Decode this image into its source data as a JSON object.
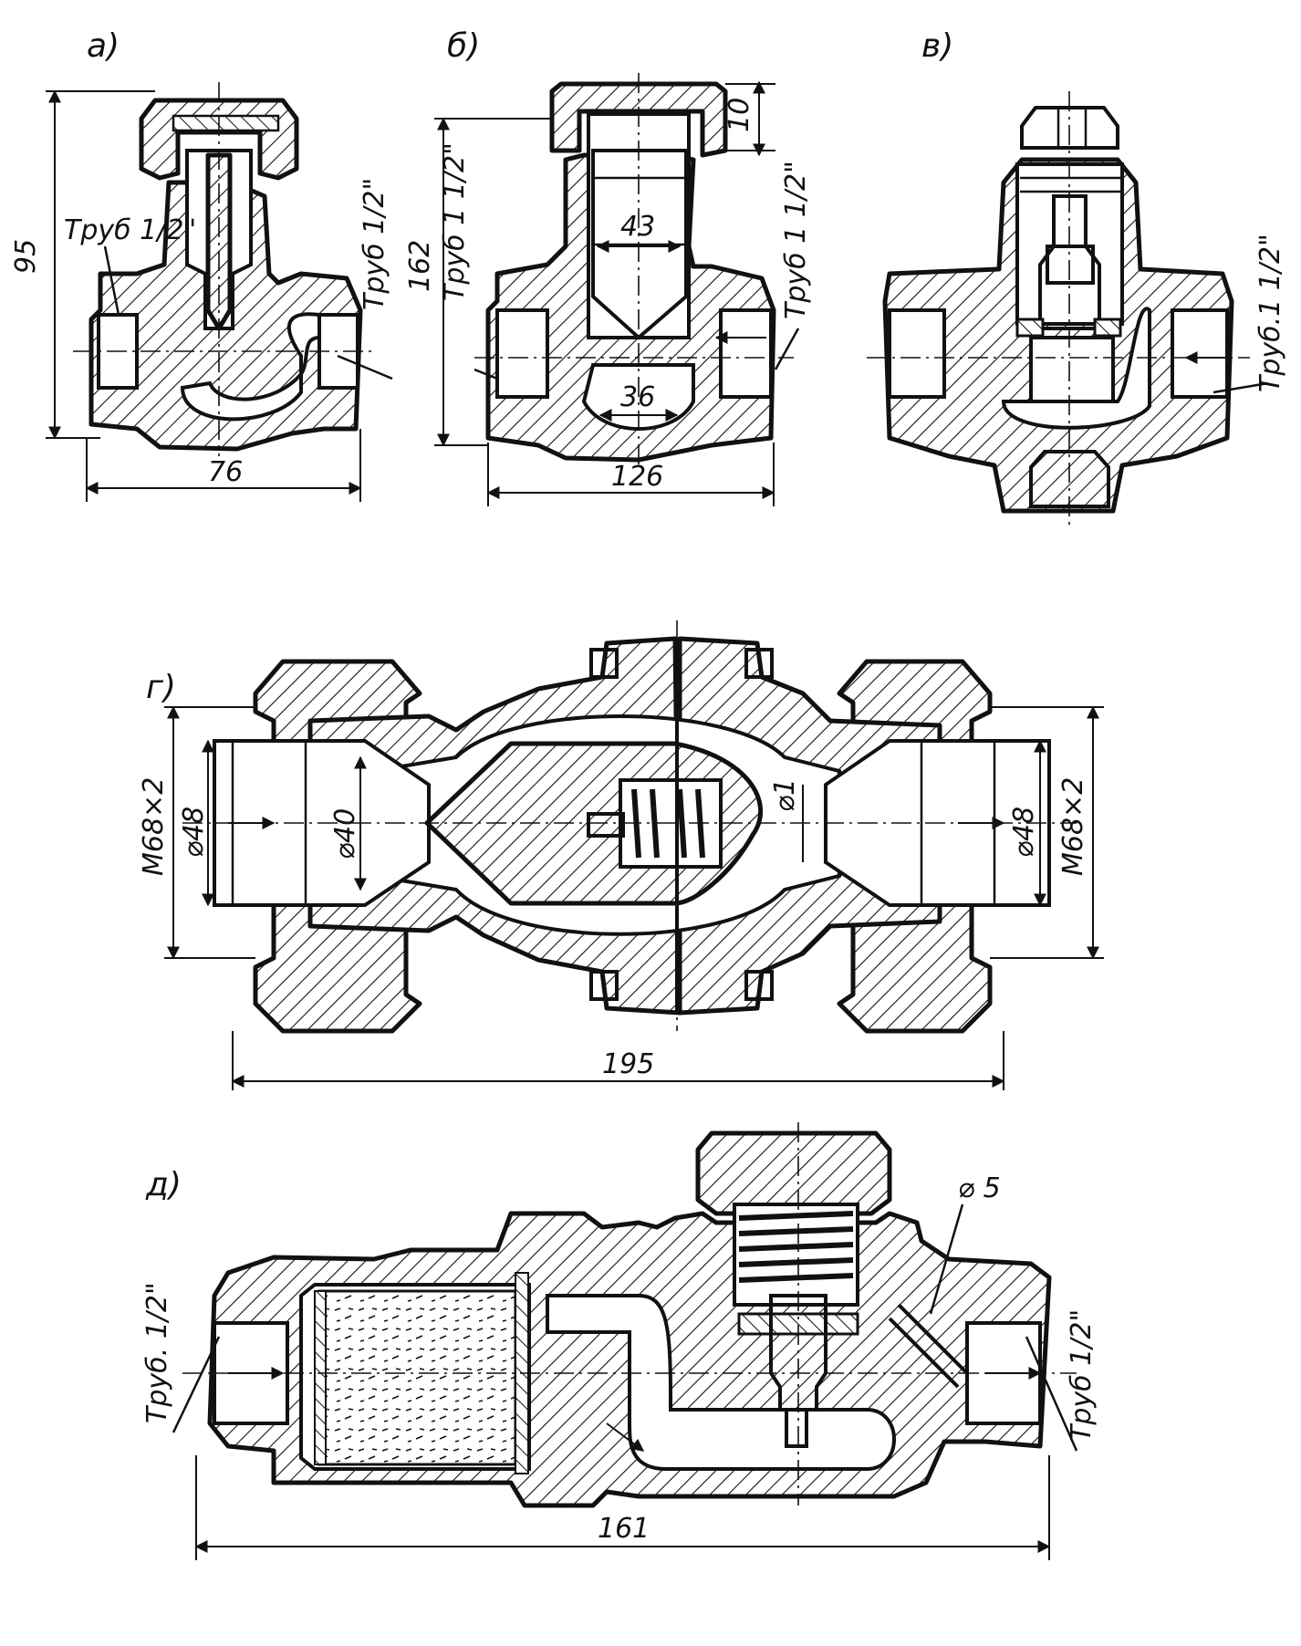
{
  "figure_labels": {
    "a": "а)",
    "b": "б)",
    "v": "в)",
    "g": "г)",
    "d": "д)"
  },
  "fig_a": {
    "pipe_left": "Труб 1/2\"",
    "pipe_right": "Труб 1/2\"",
    "height": "95",
    "width": "76"
  },
  "fig_b": {
    "pipe_left": "Труб 1 1/2\"",
    "pipe_right": "Труб 1 1/2\"",
    "height": "162",
    "cap": "10",
    "bore": "43",
    "seat": "36",
    "width": "126"
  },
  "fig_v": {
    "pipe_right": "Труб.1 1/2\""
  },
  "fig_g": {
    "thread_left": "М68×2",
    "dia_left": "⌀48",
    "dia_inner": "⌀40",
    "orifice": "⌀1",
    "dia_right": "⌀48",
    "thread_right": "М68×2",
    "width": "195"
  },
  "fig_d": {
    "pipe_left": "Труб. 1/2\"",
    "pipe_right": "Труб 1/2\"",
    "orifice": "⌀ 5",
    "width": "161"
  },
  "colors": {
    "ink": "#111111",
    "paper": "#ffffff"
  }
}
